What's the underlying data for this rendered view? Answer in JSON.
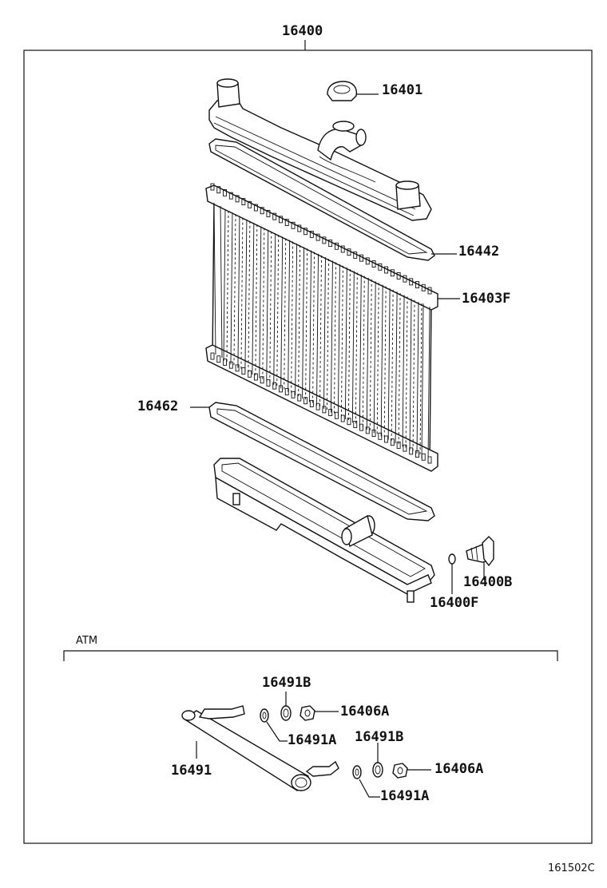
{
  "title_part": "16400",
  "labels": {
    "cap": "16401",
    "upper_gasket": "16442",
    "core": "16403F",
    "lower_gasket": "16462",
    "drain_cock": "16400B",
    "drain_oring": "16400F"
  },
  "atm": {
    "section_label": "ATM",
    "pipe": "16491",
    "washer_b_1": "16491B",
    "nut_1": "16406A",
    "washer_a_1": "16491A",
    "washer_b_2": "16491B",
    "nut_2": "16406A",
    "washer_a_2": "16491A"
  },
  "figure_code": "161502C"
}
